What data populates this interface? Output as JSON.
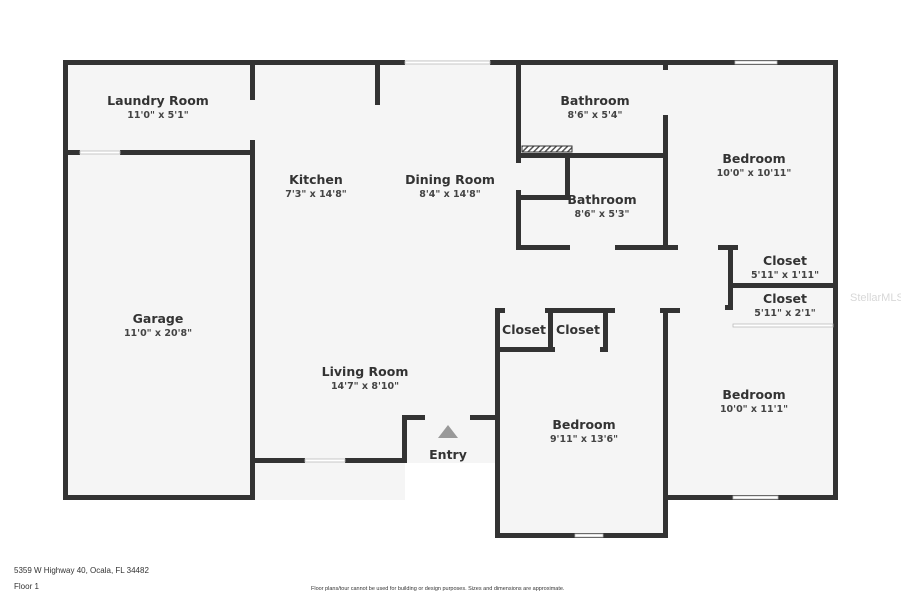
{
  "rooms": [
    {
      "name": "Laundry Room",
      "dim": "11'0\" x 5'1\""
    },
    {
      "name": "Garage",
      "dim": "11'0\" x 20'8\""
    },
    {
      "name": "Kitchen",
      "dim": "7'3\" x 14'8\""
    },
    {
      "name": "Dining Room",
      "dim": "8'4\" x 14'8\""
    },
    {
      "name": "Living Room",
      "dim": "14'7\" x 8'10\""
    },
    {
      "name": "Bathroom",
      "dim": "8'6\" x 5'4\""
    },
    {
      "name": "Bathroom",
      "dim": "8'6\" x 5'3\""
    },
    {
      "name": "Bedroom",
      "dim": "10'0\" x 10'11\""
    },
    {
      "name": "Closet",
      "dim": "5'11\" x 1'11\""
    },
    {
      "name": "Closet",
      "dim": "5'11\" x 2'1\""
    },
    {
      "name": "Bedroom",
      "dim": "10'0\" x 11'1\""
    },
    {
      "name": "Bedroom",
      "dim": "9'11\" x 13'6\""
    },
    {
      "name": "Closet"
    },
    {
      "name": "Closet"
    }
  ],
  "entry_label": "Entry",
  "address": "5359 W Highway 40, Ocala, FL 34482",
  "floor": "Floor 1",
  "disclaimer": "Floor plans/tour cannot be used for building or design purposes. Sizes and dimensions are approximate.",
  "watermark": "StellarMLS",
  "colors": {
    "wall": "#333333",
    "floor": "#f5f5f5"
  }
}
